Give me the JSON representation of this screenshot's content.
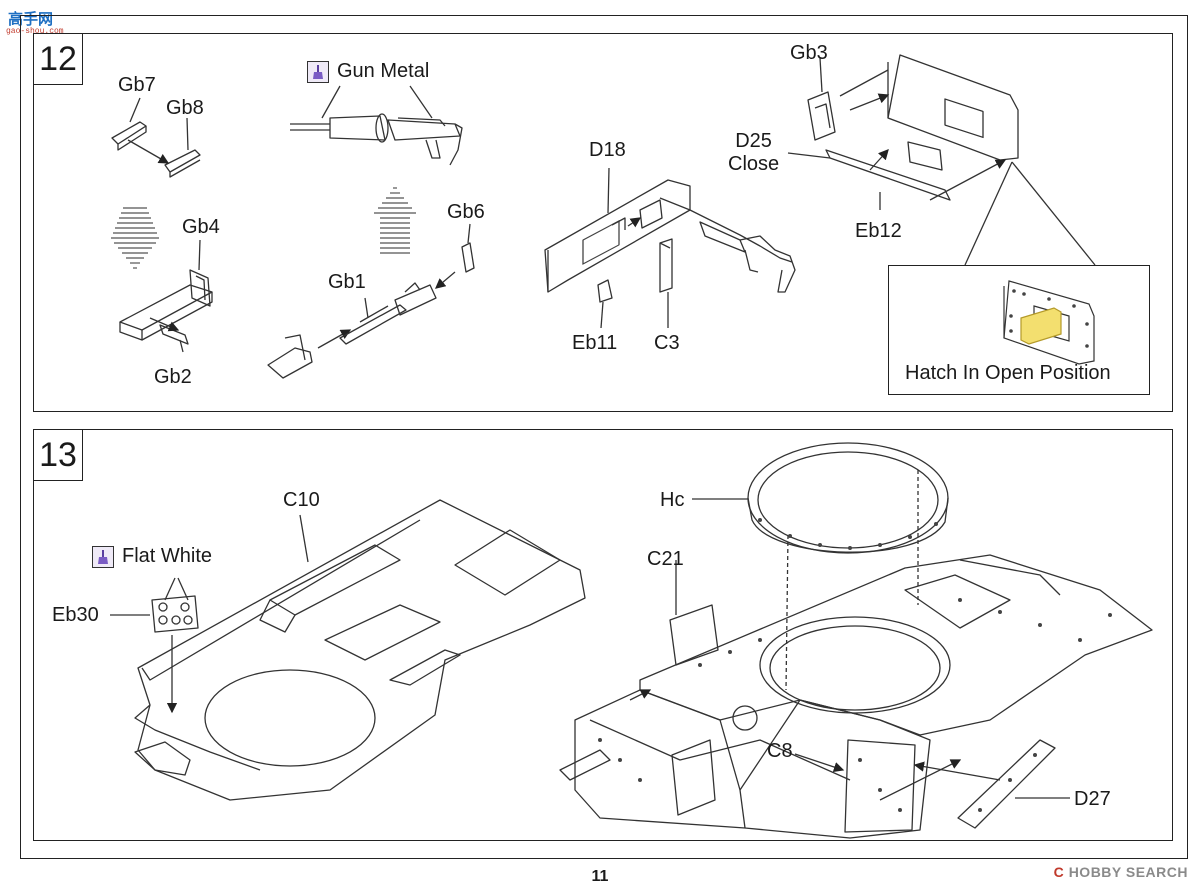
{
  "watermark_top": {
    "text": "高手网",
    "sub": "gao-shou.com"
  },
  "steps": [
    {
      "number": "12",
      "paint": {
        "icon": "paint-brush-icon",
        "label": "Gun Metal"
      },
      "labels": {
        "gb7": "Gb7",
        "gb8": "Gb8",
        "gb4": "Gb4",
        "gb2": "Gb2",
        "gb1": "Gb1",
        "gb6": "Gb6",
        "d18": "D18",
        "eb11": "Eb11",
        "c3": "C3",
        "gb3": "Gb3",
        "d25": "D25",
        "close": "Close",
        "eb12": "Eb12"
      },
      "inset_caption": "Hatch In Open Position",
      "accent_color": "#f3df6f"
    },
    {
      "number": "13",
      "paint": {
        "icon": "paint-brush-icon",
        "label": "Flat White"
      },
      "labels": {
        "c10": "C10",
        "eb30": "Eb30",
        "hc": "Hc",
        "c21": "C21",
        "c8": "C8",
        "d27": "D27"
      }
    }
  ],
  "page_number": "11",
  "watermark": {
    "mark": "C",
    "text": "HOBBY SEARCH"
  }
}
